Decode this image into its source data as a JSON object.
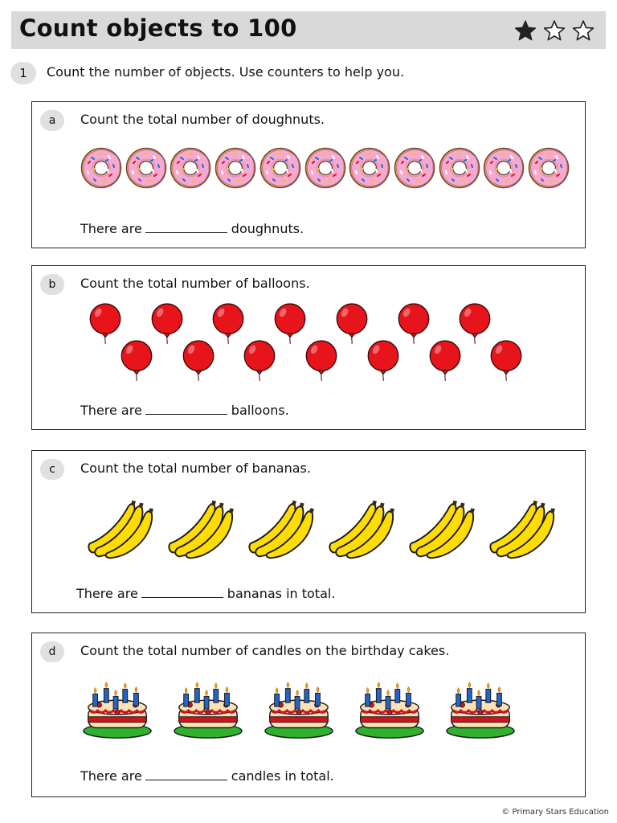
{
  "header": {
    "title": "Count objects to 100",
    "stars": {
      "filled": 1,
      "total": 3
    }
  },
  "question": {
    "number": "1",
    "instruction": "Count the number of objects. Use counters to help you."
  },
  "parts": [
    {
      "label": "a",
      "prompt": "Count the total number of doughnuts.",
      "answer_before": "There are",
      "answer_after": "doughnuts.",
      "object_icon": "doughnut-icon",
      "object_count": 11
    },
    {
      "label": "b",
      "prompt": "Count the total number of balloons.",
      "answer_before": "There are",
      "answer_after": "balloons.",
      "object_icon": "balloon-icon",
      "object_count": 14
    },
    {
      "label": "c",
      "prompt": "Count the total number of bananas.",
      "answer_before": "There are",
      "answer_after": "bananas in total.",
      "object_icon": "banana-bunch-icon",
      "object_count": 6
    },
    {
      "label": "d",
      "prompt": "Count the total number of candles on the birthday cakes.",
      "answer_before": "There are",
      "answer_after": "candles in total.",
      "object_icon": "birthday-cake-icon",
      "object_count": 5
    }
  ],
  "colors": {
    "title_bar": "#d9d9d9",
    "badge": "#e0e0e0",
    "doughnut_icing": "#f6a9cf",
    "doughnut_dough": "#e6a860",
    "balloon": "#e8141b",
    "banana": "#ffdd00",
    "cake_sponge": "#fbe1b6",
    "cake_jam": "#d4121b",
    "cake_plate": "#2fb12f",
    "candle": "#2563c7"
  },
  "footer": {
    "copyright": "© Primary Stars Education"
  }
}
